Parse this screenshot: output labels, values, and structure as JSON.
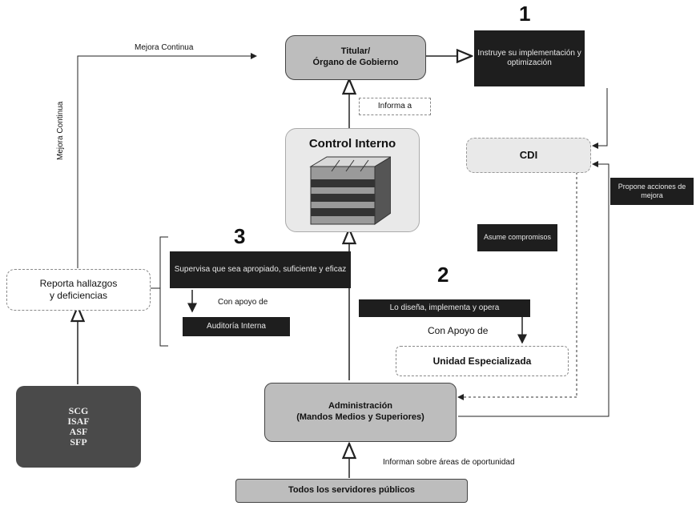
{
  "nodes": {
    "titular": "Titular/\nÓrgano de Gobierno",
    "instruye": "Instruye su implementación y optimización",
    "informa": "Informa a",
    "control_interno": "Control Interno",
    "cdi": "CDI",
    "propone": "Propone acciones de mejora",
    "asume": "Asume compromisos",
    "reporta": "Reporta hallazgos\ny deficiencias",
    "supervisa": "Supervisa que sea apropiado, suficiente y eficaz",
    "con_apoyo_de": "Con apoyo de",
    "auditoria": "Auditoría Interna",
    "disena": "Lo diseña, implementa y opera",
    "con_apoyo_de_2": "Con Apoyo de",
    "unidad": "Unidad Especializada",
    "administracion": "Administración\n(Mandos Medios y Superiores)",
    "fiscalizadores": "SCG\nISAF\nASF\nSFP",
    "informan": "Informan sobre áreas de oportunidad",
    "todos": "Todos los servidores públicos"
  },
  "labels": {
    "mejora_h": "Mejora Continua",
    "mejora_v": "Mejora Continua"
  },
  "numbers": {
    "n1": "1",
    "n2": "2",
    "n3": "3"
  }
}
